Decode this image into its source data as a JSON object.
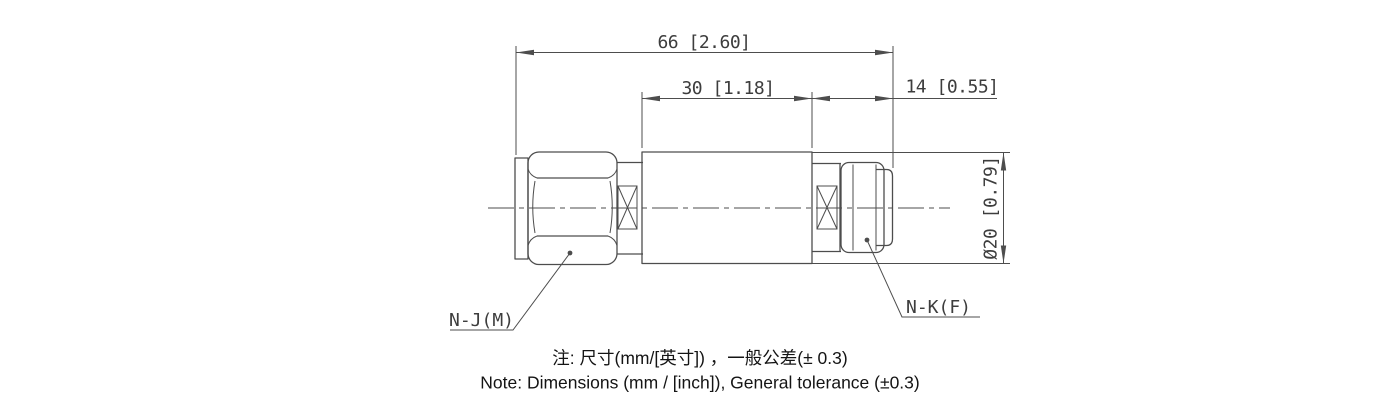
{
  "drawing": {
    "type": "engineering-dimension-drawing",
    "part": "coaxial adapter N male to N female",
    "dimensions": {
      "overall_length": {
        "label": "66 [2.60]",
        "value_mm": 66,
        "value_inch": 2.6
      },
      "body_length": {
        "label": "30 [1.18]",
        "value_mm": 30,
        "value_inch": 1.18
      },
      "right_connector_length": {
        "label": "14 [0.55]",
        "value_mm": 14,
        "value_inch": 0.55
      },
      "body_diameter": {
        "label": "Ø20 [0.79]",
        "value_mm": 20,
        "value_inch": 0.79
      }
    },
    "part_labels": {
      "left_connector": "N-J(M)",
      "right_connector": "N-K(F)"
    },
    "notes": {
      "line1_zh": "注: 尺寸(mm/[英寸]) ，一般公差(± 0.3)",
      "line2_en": "Note: Dimensions (mm / [inch]), General tolerance (±0.3)"
    },
    "colors": {
      "line": "#4d4d4d",
      "dim_text": "#3d3d3d",
      "note_text": "#141414",
      "background": "#ffffff"
    }
  }
}
